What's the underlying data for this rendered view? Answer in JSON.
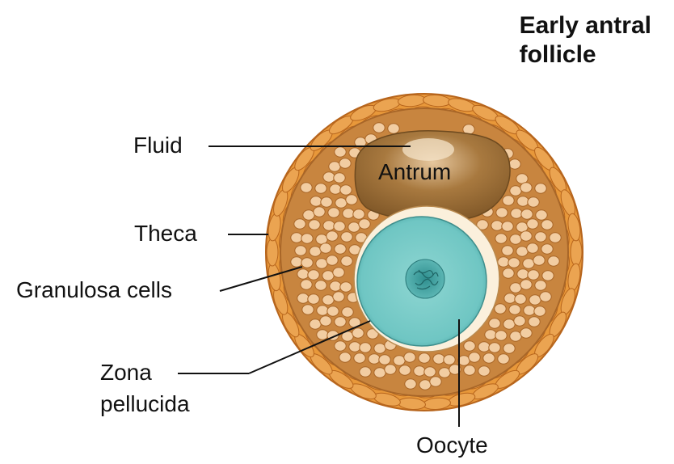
{
  "diagram": {
    "title_line1": "Early antral",
    "title_line2": "follicle",
    "labels": {
      "fluid": "Fluid",
      "antrum": "Antrum",
      "theca": "Theca",
      "granulosa": "Granulosa cells",
      "zona_line1": "Zona",
      "zona_line2": "pellucida",
      "oocyte": "Oocyte"
    },
    "colors": {
      "theca_orange": "#e8983a",
      "theca_cell": "#eba451",
      "granulosa_fill": "#c8853f",
      "granulosa_cell": "#f2cda2",
      "antrum": "#9b6a30",
      "zona": "#fbf0dc",
      "oocyte": "#6fc6c3",
      "nucleus": "#3d9a9a"
    }
  }
}
